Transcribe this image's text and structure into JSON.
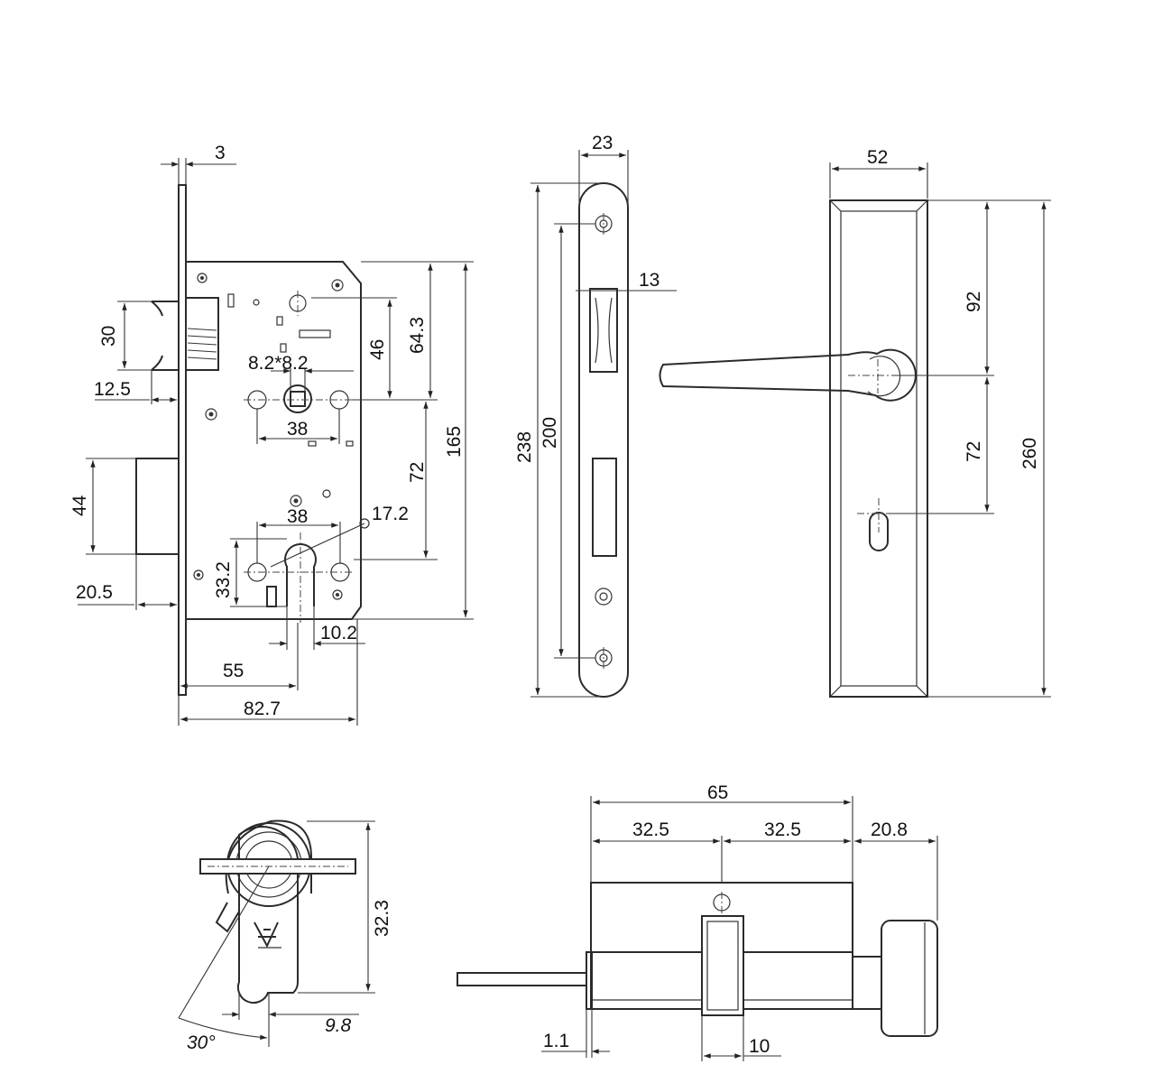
{
  "mortise_body": {
    "dims": {
      "faceplate_thickness": "3",
      "latch_height": "30",
      "latch_projection": "12.5",
      "spindle_square": "8.2*8.2",
      "spindle_to_top": "46",
      "spindle_to_body_top": "64.3",
      "handle_screw_spacing": "38",
      "body_height": "165",
      "centre_distance": "72",
      "bolt_height": "44",
      "bolt_projection": "20.5",
      "cylinder_screw_spacing": "38",
      "cylinder_hole_diameter": "17.2",
      "cylinder_profile_height": "33.2",
      "cylinder_width": "10.2",
      "backset": "55",
      "body_depth": "82.7"
    }
  },
  "faceplate": {
    "dims": {
      "width": "23",
      "latch_opening_width": "13",
      "length": "238",
      "screw_spacing": "200"
    }
  },
  "handle_plate": {
    "dims": {
      "width": "52",
      "handle_to_top": "92",
      "centre_distance": "72",
      "height": "260"
    }
  },
  "cylinder_section": {
    "dims": {
      "profile_height": "32.3",
      "cam_offset": "9.8",
      "cam_angle": "30°"
    }
  },
  "cylinder_side": {
    "dims": {
      "total_length": "65",
      "half_left": "32.5",
      "half_right": "32.5",
      "knob_length": "20.8",
      "tail_offset": "1.1",
      "cam_width": "10"
    }
  }
}
